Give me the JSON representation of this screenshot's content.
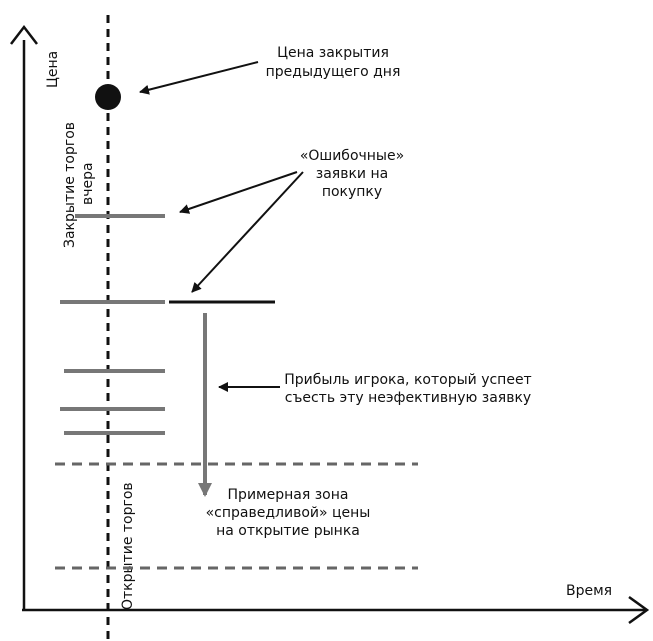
{
  "axes": {
    "y_label": "Цена",
    "x_label": "Время"
  },
  "vertical_labels": {
    "yesterday_close_line1": "Закрытие торгов",
    "yesterday_close_line2": "вчера",
    "market_open": "Открытие торгов"
  },
  "annotations": {
    "prev_close_line1": "Цена закрытия",
    "prev_close_line2": "предыдущего дня",
    "erroneous_line1": "«Ошибочные»",
    "erroneous_line2": "заявки на",
    "erroneous_line3": "покупку",
    "profit_line1": "Прибыль игрока, который успеет",
    "profit_line2": "съесть эту неэфективную заявку",
    "fair_zone_line1": "Примерная зона",
    "fair_zone_line2": "«справедливой» цены",
    "fair_zone_line3": "на открытие рынка"
  },
  "colors": {
    "axis": "#111111",
    "order_line": "#777777",
    "executed_order": "#111111",
    "dashed_zone": "#666666",
    "profit_arrow": "#777777"
  }
}
